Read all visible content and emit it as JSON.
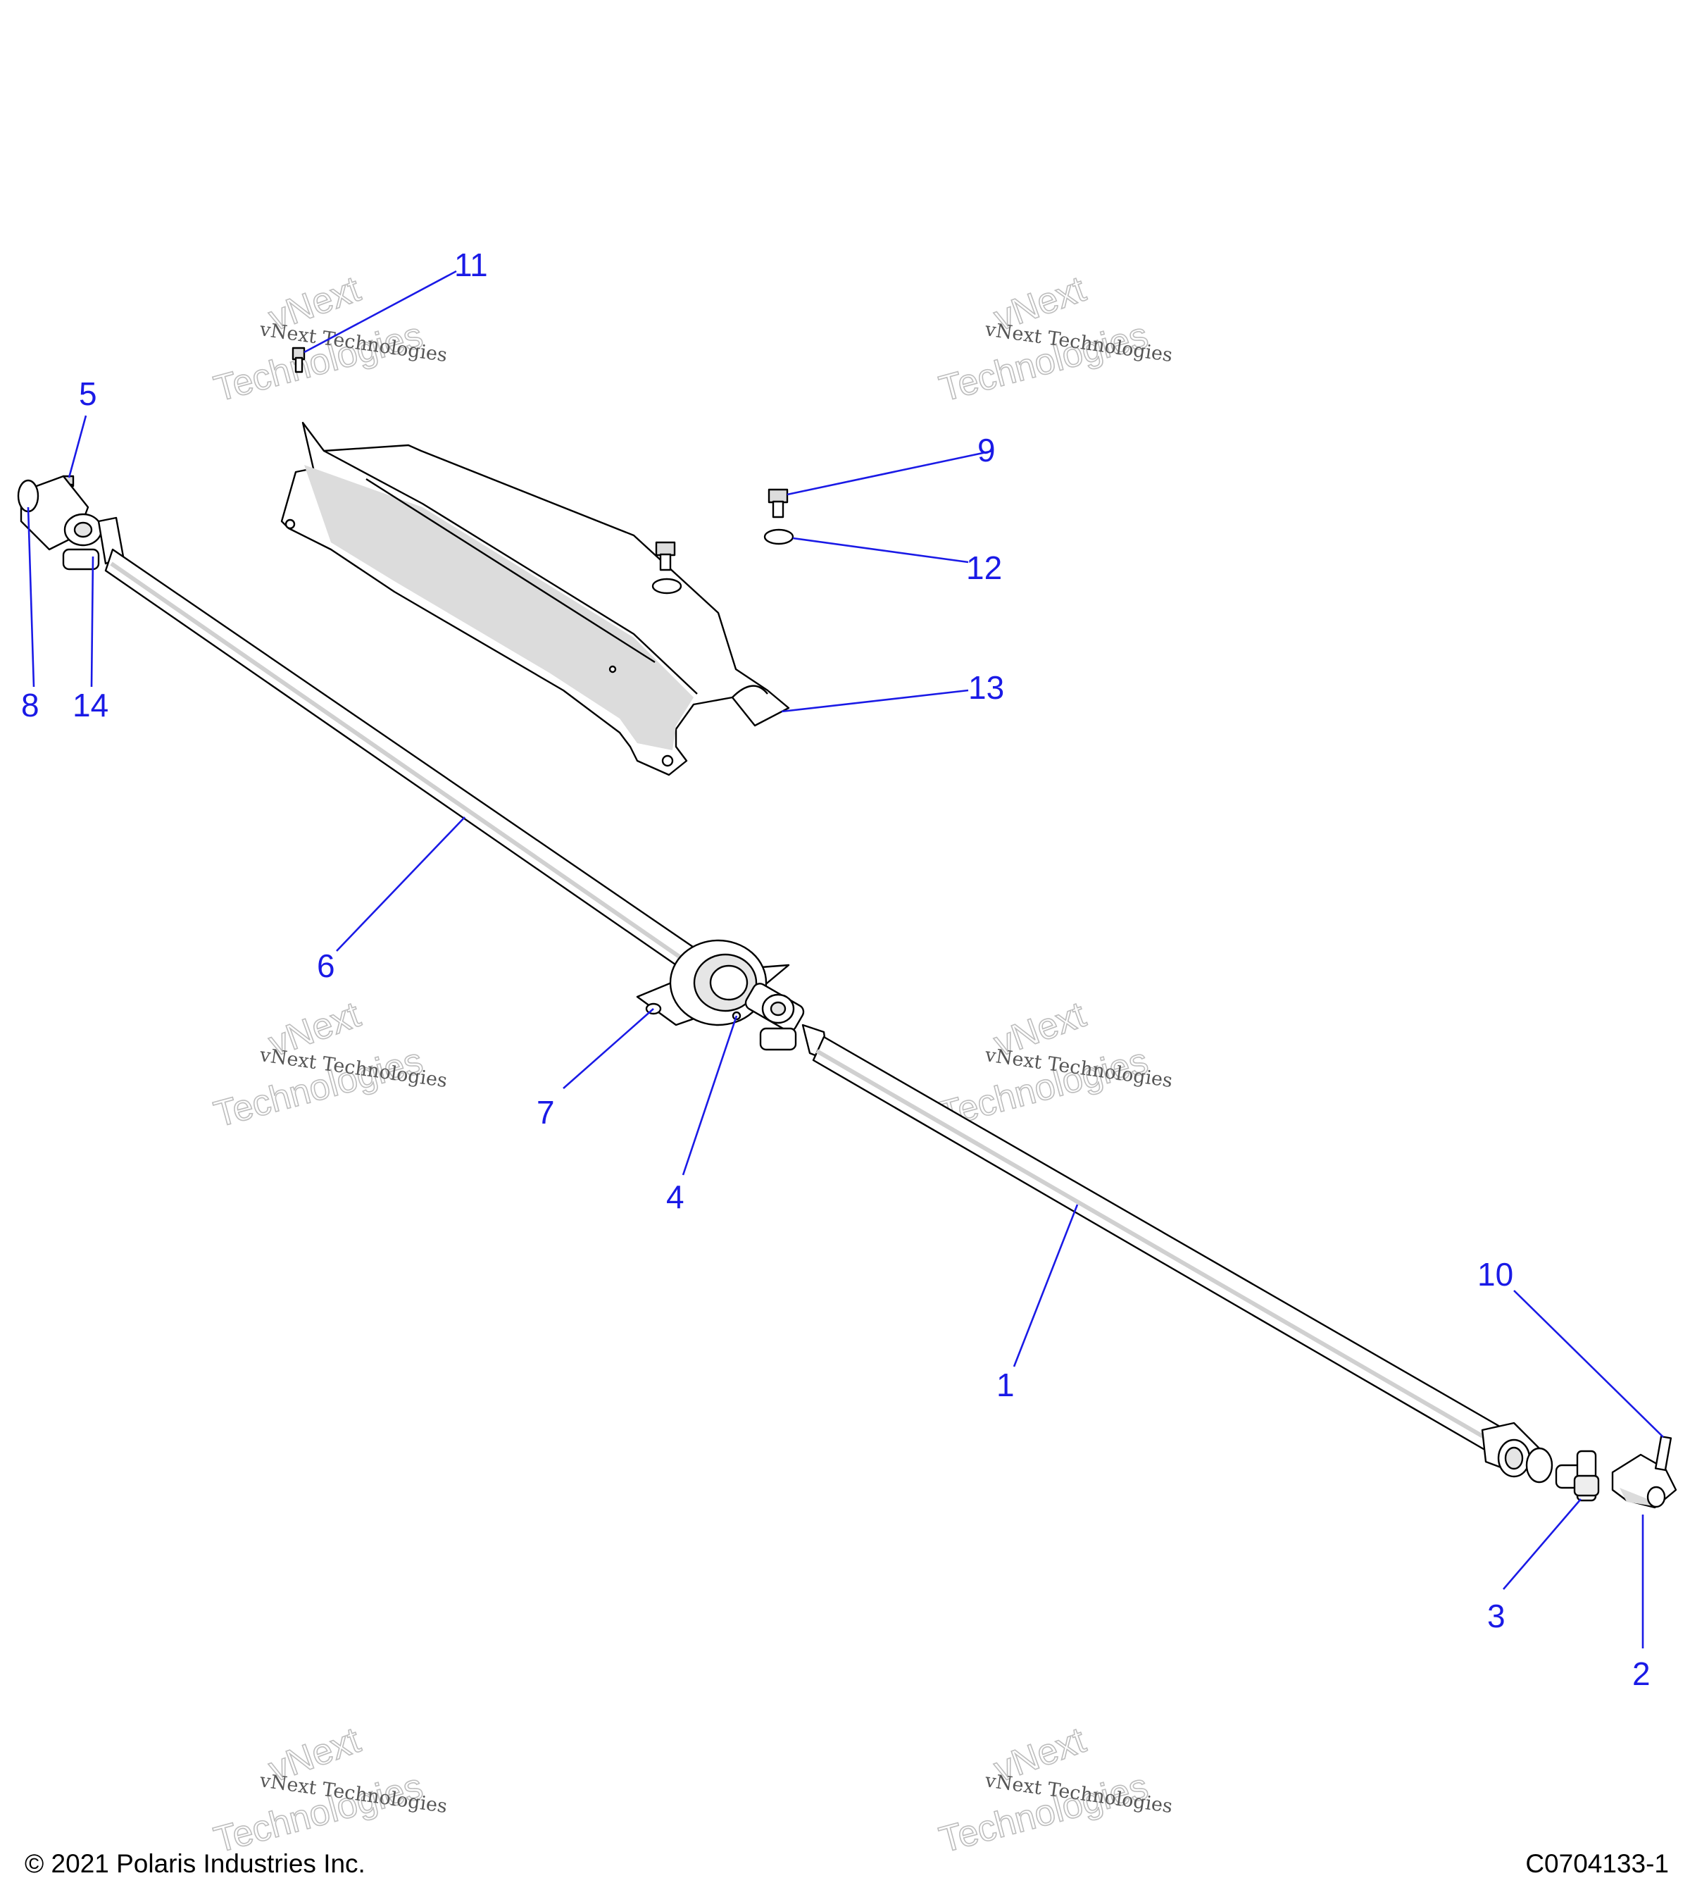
{
  "callouts": {
    "c1": "1",
    "c2": "2",
    "c3": "3",
    "c4": "4",
    "c5": "5",
    "c6": "6",
    "c7": "7",
    "c8": "8",
    "c9": "9",
    "c10": "10",
    "c11": "11",
    "c12": "12",
    "c13": "13",
    "c14": "14"
  },
  "watermark": {
    "company": "vNext Technologies",
    "word1": "vNext",
    "word2": "Technologies"
  },
  "footer": {
    "copyright": "© 2021 Polaris Industries Inc.",
    "diagram_code": "C0704133-1"
  },
  "colors": {
    "callout": "#1a1ae6",
    "line": "#000000",
    "shade": "#d9d9d9"
  }
}
